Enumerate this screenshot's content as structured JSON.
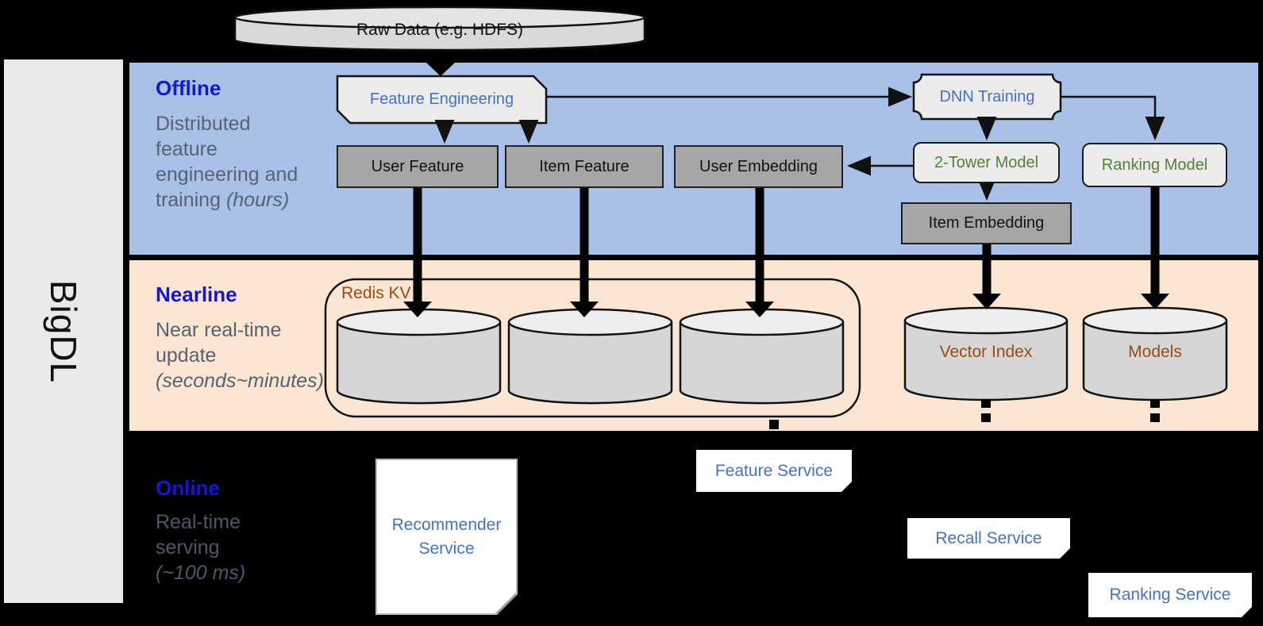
{
  "sidebar": {
    "brand": "BigDL"
  },
  "top": {
    "raw_data": "Raw Data (e.g. HDFS)"
  },
  "sections": {
    "offline": {
      "title": "Offline",
      "lines": [
        "Distributed",
        "feature",
        "engineering and"
      ],
      "last_line_normal": "training ",
      "last_line_italic": "(hours)"
    },
    "nearline": {
      "title": "Nearline",
      "lines": [
        "Near real-time",
        "update"
      ],
      "last_line_italic": "(seconds~minutes)"
    },
    "online": {
      "title": "Online",
      "lines": [
        "Real-time",
        "serving"
      ],
      "last_line_italic": "(~100 ms)"
    }
  },
  "nodes": {
    "feature_engineering": "Feature Engineering",
    "dnn_training": "DNN Training",
    "user_feature": "User Feature",
    "item_feature": "Item Feature",
    "user_embedding": "User Embedding",
    "two_tower_model": "2-Tower Model",
    "ranking_model": "Ranking Model",
    "item_embedding": "Item Embedding",
    "redis_kv": "Redis KV",
    "vector_index": "Vector Index",
    "models": "Models"
  },
  "services": {
    "recommender_line1": "Recommender",
    "recommender_line2": "Service",
    "feature_service": "Feature Service",
    "recall_service": "Recall Service",
    "ranking_service": "Ranking Service"
  },
  "colors": {
    "offline_band": "#a9c1e8",
    "nearline_band": "#fbe5d3",
    "online_background": "#000000",
    "heading_blue": "#1717cf",
    "node_text_blue": "#4472c4",
    "node_text_green": "#538135",
    "node_text_brown": "#9c4a14",
    "muted_gray_text": "#59626f",
    "gray_node_fill": "#a6a6a6",
    "light_node_fill": "#ececec"
  }
}
